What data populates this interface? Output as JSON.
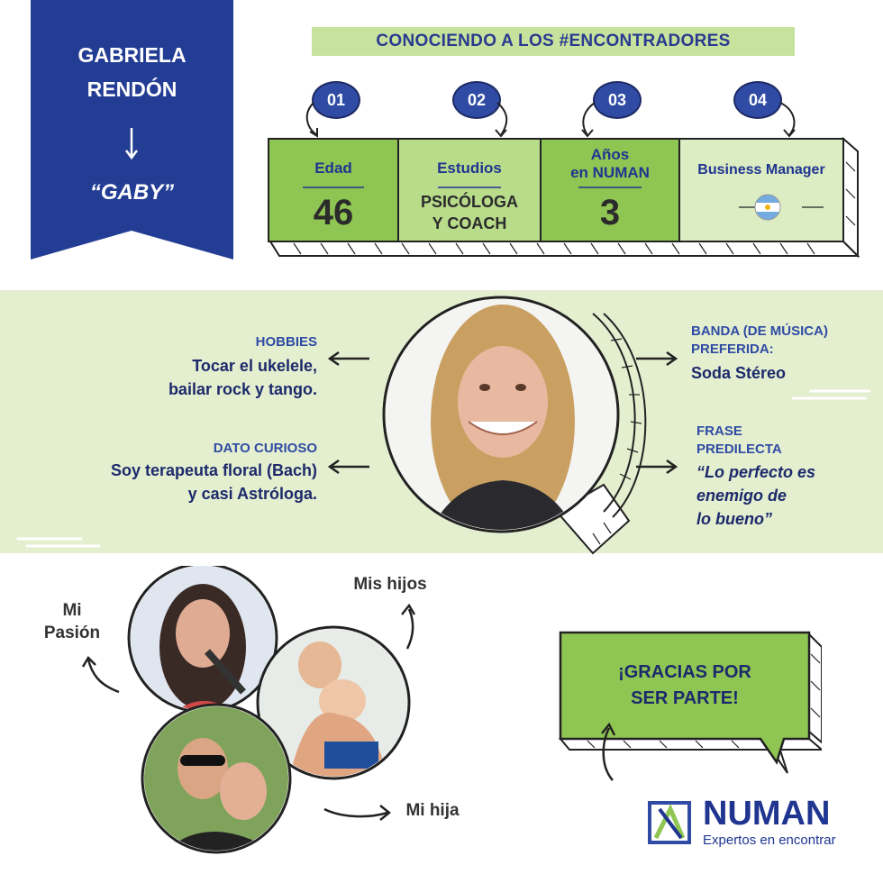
{
  "banner": {
    "first_name": "GABRIELA",
    "last_name": "RENDÓN",
    "nickname": "“GABY”",
    "color": "#233d94"
  },
  "header": {
    "title": "CONOCIENDO A LOS #ENCONTRADORES"
  },
  "steps": [
    "01",
    "02",
    "03",
    "04"
  ],
  "stats": {
    "age": {
      "label": "Edad",
      "value": "46"
    },
    "studies": {
      "label": "Estudios",
      "value_line1": "PSICÓLOGA",
      "value_line2": "Y COACH"
    },
    "years": {
      "label_line1": "Años",
      "label_line2": "en NUMAN",
      "value": "3"
    },
    "role": {
      "label": "Business Manager",
      "flag": "argentina-flag-icon"
    }
  },
  "about": {
    "hobbies": {
      "title": "HOBBIES",
      "line1": "Tocar el ukelele,",
      "line2": "bailar rock y tango."
    },
    "fun_fact": {
      "title": "DATO CURIOSO",
      "line1": "Soy terapeuta floral (Bach)",
      "line2": "y casi Astróloga."
    },
    "band": {
      "title_line1": "BANDA (DE MÚSICA)",
      "title_line2": "PREFERIDA:",
      "value": "Soda Stéreo"
    },
    "quote": {
      "title_line1": "FRASE",
      "title_line2": "PREDILECTA",
      "line1": "“Lo perfecto es",
      "line2": "enemigo de",
      "line3": "lo bueno”"
    }
  },
  "photos": {
    "passion": {
      "line1": "Mi",
      "line2": "Pasión"
    },
    "kids": "Mis hijos",
    "daughter": "Mi hija"
  },
  "thanks": {
    "line1": "¡GRACIAS POR",
    "line2": "SER PARTE!"
  },
  "brand": {
    "name": "NUMAN",
    "tagline": "Expertos en encontrar"
  },
  "colors": {
    "navy": "#233d94",
    "green": "#8fc553",
    "light_green": "#e4efd0"
  }
}
